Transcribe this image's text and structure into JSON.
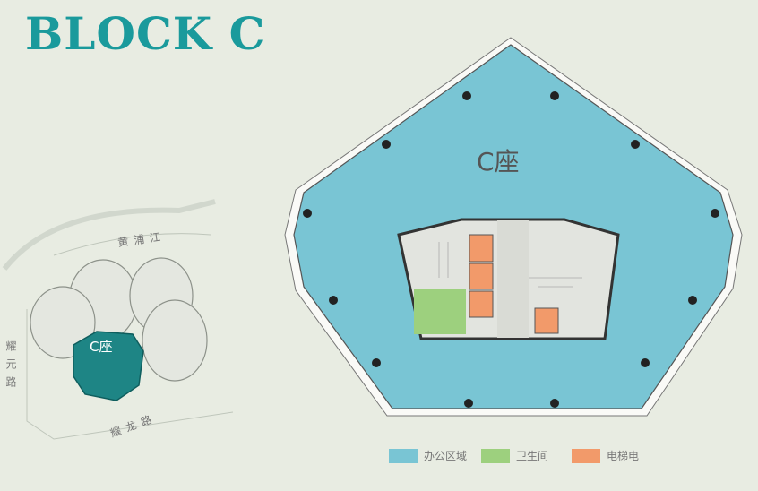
{
  "title": "BLOCK C",
  "plan": {
    "label": "C座"
  },
  "site": {
    "river": "黄浦江",
    "road_west": "耀元路",
    "road_south": "耀龙路",
    "block_label": "C座"
  },
  "legend": [
    {
      "label": "办公区域",
      "color": "#79c5d4"
    },
    {
      "label": "卫生间",
      "color": "#9dd07e"
    },
    {
      "label": "电梯电",
      "color": "#f29a6a"
    }
  ]
}
